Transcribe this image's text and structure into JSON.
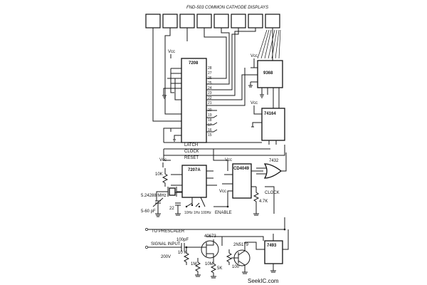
{
  "title": "FND-503 COMMON CATHODE DISPLAYS",
  "chips": {
    "counter": "7208",
    "decoder": "9368",
    "shift": "74164",
    "divider": "7207A",
    "gate_ic": "CD4049",
    "or_gate": "7432",
    "flipflop": "7493"
  },
  "signals": {
    "latch": "LATCH",
    "clock": "CLOCK",
    "reset": "RESET",
    "enable": "ENABLE",
    "clock2": "CLOCK",
    "to_prescaler": "TO PRESCALER",
    "signal_input": "SIGNAL INPUT",
    "vcc": "Vcc"
  },
  "components": {
    "crystal": "5.24288 MHz",
    "trim_cap": "5-60 pF",
    "cap_input": "100pF",
    "r_input": "10 K",
    "jfet": "40673",
    "bjt": "2N5179",
    "r_4k7": "4.7K",
    "r_10m": "10M",
    "voltage": "200V",
    "r_1m": "1M",
    "r_5k": "5K",
    "r_100": "100",
    "c_22": "22",
    "r_10k": "10K",
    "sw_note": "10Hz 1Hz 100Hz"
  },
  "pins_7208": [
    "28",
    "27",
    "26",
    "25",
    "24",
    "23",
    "22",
    "21",
    "20",
    "19",
    "18",
    "17",
    "16",
    "15"
  ],
  "watermark": "SeekIC.com"
}
